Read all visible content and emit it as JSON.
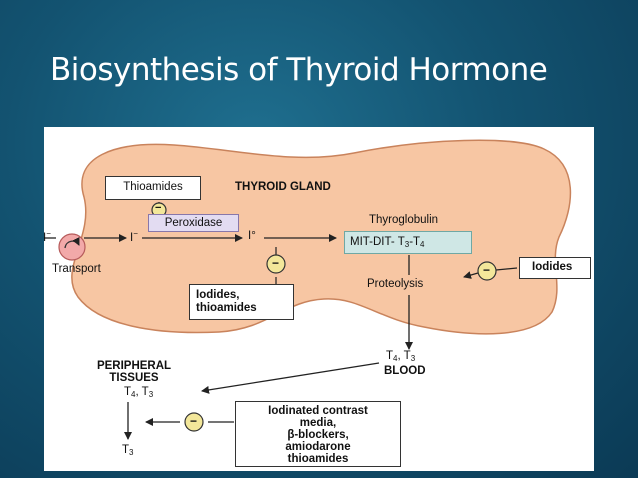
{
  "slide": {
    "title": "Biosynthesis of Thyroid Hormone"
  },
  "diagram": {
    "gland_label": "THYROID GLAND",
    "thioamides_box": "Thioamides",
    "peroxidase": "Peroxidase",
    "iodide_in": "I",
    "iodide_mid": "I",
    "iodine": "I°",
    "transport": "Transport",
    "thyroglobulin": "Thyroglobulin",
    "mit_dit": "MIT-DIT- T",
    "mit_dit_sub1": "3",
    "mit_dit_sep": "-T",
    "mit_dit_sub2": "4",
    "proteolysis": "Proteolysis",
    "iodides_right": "Iodides",
    "iodides_thioamides_line1": "Iodides,",
    "iodides_thioamides_line2": "thioamides",
    "blood_t": "T",
    "blood_sub1": "4",
    "blood_sep": ", T",
    "blood_sub2": "3",
    "blood": "BLOOD",
    "peripheral_line1": "PERIPHERAL",
    "peripheral_line2": "TISSUES",
    "tissue_t": "T",
    "tissue_sub1": "4",
    "tissue_sep": ", T",
    "tissue_sub2": "3",
    "final_t": "T",
    "final_sub": "3",
    "contrast_line1": "Iodinated contrast",
    "contrast_line2": "media,",
    "contrast_line3": "β-blockers,",
    "contrast_line4": "amiodarone",
    "contrast_line5": "thioamides",
    "inhibit_symbol": "−"
  },
  "colors": {
    "gland_fill": "#f7c6a3",
    "gland_stroke": "#c9835c",
    "peroxidase_bg": "#e3dcf2",
    "mitdit_bg": "#cfe7e5",
    "inhibitor_fill": "#f3e79a",
    "transport_fill": "#f2a9a9"
  }
}
